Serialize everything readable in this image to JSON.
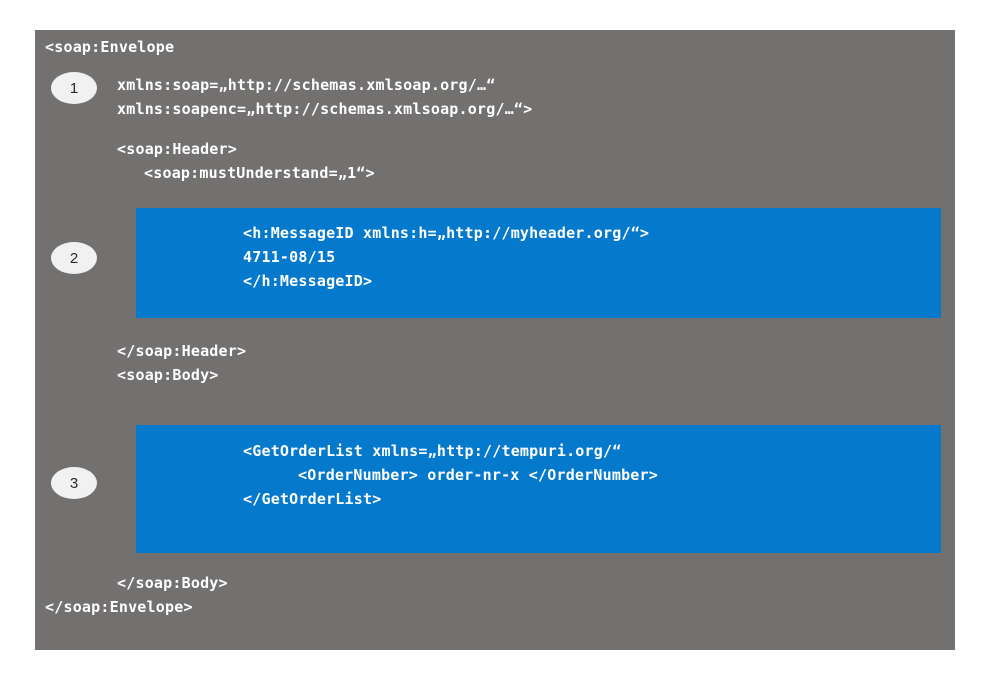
{
  "diagram": {
    "title": "SOAP Envelope message structure",
    "panel_color": "#737070",
    "highlight_color": "#0579CC",
    "badge_bg_color": "#F1F1F1",
    "badge_text_color": "#2B2B2B",
    "text_color": "#FFFFFF"
  },
  "badges": [
    {
      "label": "1",
      "describes": "soap-envelope-namespace-declarations"
    },
    {
      "label": "2",
      "describes": "soap-header-messageid-block"
    },
    {
      "label": "3",
      "describes": "soap-body-getorderlist-block"
    }
  ],
  "code": {
    "lines": [
      {
        "id": "l1",
        "text": "<soap:Envelope",
        "indent": 0,
        "highlight": false
      },
      {
        "id": "l2",
        "text": "xmlns:soap=„http://schemas.xmlsoap.org/…“",
        "indent": 7,
        "highlight": false
      },
      {
        "id": "l3",
        "text": "xmlns:soapenc=„http://schemas.xmlsoap.org/…“>",
        "indent": 7,
        "highlight": false
      },
      {
        "id": "l4",
        "text": "",
        "indent": 0,
        "highlight": false
      },
      {
        "id": "l5",
        "text": "<soap:Header>",
        "indent": 7,
        "highlight": false
      },
      {
        "id": "l6",
        "text": "<soap:mustUnderstand=„1“>",
        "indent": 10,
        "highlight": false
      },
      {
        "id": "l7",
        "text": "",
        "indent": 0,
        "highlight": false
      },
      {
        "id": "l8",
        "text": "<h:MessageID xmlns:h=„http://myheader.org/“>",
        "indent": 16,
        "highlight": true
      },
      {
        "id": "l9",
        "text": "4711-08/15",
        "indent": 16,
        "highlight": true
      },
      {
        "id": "l10",
        "text": "</h:MessageID>",
        "indent": 16,
        "highlight": true
      },
      {
        "id": "l11",
        "text": "",
        "indent": 0,
        "highlight": false
      },
      {
        "id": "l12",
        "text": "</soap:Header>",
        "indent": 7,
        "highlight": false
      },
      {
        "id": "l13",
        "text": "<soap:Body>",
        "indent": 7,
        "highlight": false
      },
      {
        "id": "l14",
        "text": "",
        "indent": 0,
        "highlight": false
      },
      {
        "id": "l15",
        "text": "<GetOrderList xmlns=„http://tempuri.org/“",
        "indent": 16,
        "highlight": true
      },
      {
        "id": "l16",
        "text": "<OrderNumber> order-nr-x </OrderNumber>",
        "indent": 21,
        "highlight": true
      },
      {
        "id": "l17",
        "text": "</GetOrderList>",
        "indent": 16,
        "highlight": true
      },
      {
        "id": "l18",
        "text": "",
        "indent": 0,
        "highlight": false
      },
      {
        "id": "l19",
        "text": "</soap:Body>",
        "indent": 7,
        "highlight": false
      },
      {
        "id": "l20",
        "text": "</soap:Envelope>",
        "indent": 0,
        "highlight": false
      }
    ]
  }
}
